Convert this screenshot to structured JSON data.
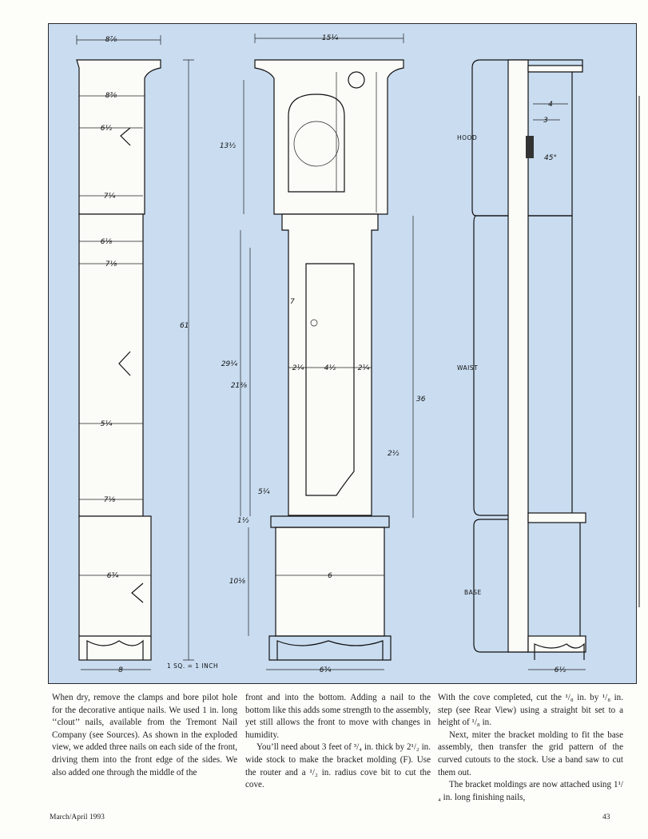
{
  "figure": {
    "labels": {
      "hood": "HOOD",
      "waist": "WAIST",
      "base": "BASE",
      "scale": "1 SQ. = 1 INCH"
    },
    "dimensions": {
      "side_top_width": "8⁷⁄₈",
      "side_d1": "8³⁄₈",
      "side_d2": "6½",
      "side_d3": "7¼",
      "side_d4": "6⅛",
      "side_d5": "7⅛",
      "side_d6": "5¼",
      "side_d7": "7⅛",
      "side_d8": "6¾",
      "side_bottom_width": "8",
      "side_overall_height": "61",
      "front_top_width": "15¼",
      "front_h_total": "29¼",
      "front_waist_h": "21⅜",
      "front_base_h": "10⅛",
      "front_hood_h": "13½",
      "front_waist_inner": "4½",
      "front_waist_margin_left": "2¼",
      "front_waist_margin_right": "2¼",
      "front_base_width": "6",
      "front_bottom_width": "6³⁄₄",
      "front_door_h": "36",
      "front_dim_7": "7",
      "front_dim_5_4": "5¼",
      "front_dim_2_2": "2½",
      "front_dim_1_2": "1½",
      "rear_top": "4",
      "rear_mid": "3",
      "rear_angle": "45°",
      "rear_bottom_width": "6½"
    }
  },
  "columns": [
    "When dry, remove the clamps and bore pilot hole for the decorative antique nails. We used 1 in. long ‘‘clout’’ nails, available from the Tremont Nail Company (see Sources). As shown in the exploded view, we added three nails on each side of the front, driving them into the front edge of the sides. We also added one through the middle of the",
    "front and into the bottom. Adding a nail to the bottom like this adds some strength to the assembly, yet still allows the front to move with changes in humidity.",
    "You’ll need about 3 feet of ³/₄ in. thick by 2¹/₂ in. wide stock to make the bracket molding (F). Use the router and a ¹/₂ in. radius cove bit to cut the cove.",
    "With the cove completed, cut the ¹/₈ in. by ¹/₈ in. step (see Rear View) using a straight bit set to a height of ¹/₈ in.",
    "Next, miter the bracket molding to fit the base assembly, then transfer the grid pattern of the curved cutouts to the stock. Use a band saw to cut them out.",
    "The bracket moldings are now attached using 1¹/₄ in. long finishing nails,"
  ],
  "footer": {
    "issue": "March/April 1993",
    "page": "43"
  }
}
